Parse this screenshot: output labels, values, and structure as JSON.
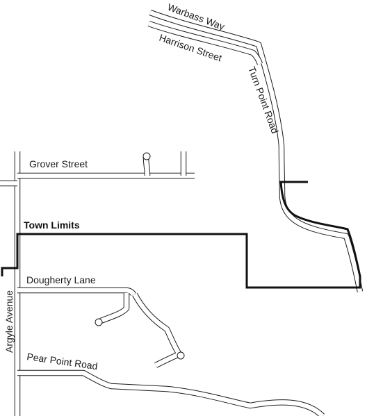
{
  "map": {
    "roads": {
      "warbass_way": "Warbass Way",
      "harrison_street": "Harrison Street",
      "turn_point_road": "Turn Point Road",
      "grover_street": "Grover Street",
      "dougherty_lane": "Dougherty Lane",
      "argyle_avenue": "Argyle Avenue",
      "pear_point_road": "Pear Point Road"
    },
    "boundary_label": "Town Limits",
    "colors": {
      "road_outline": "#1a1a1a",
      "road_fill": "#ffffff",
      "town_limits": "#111111",
      "background": "#ffffff"
    }
  }
}
